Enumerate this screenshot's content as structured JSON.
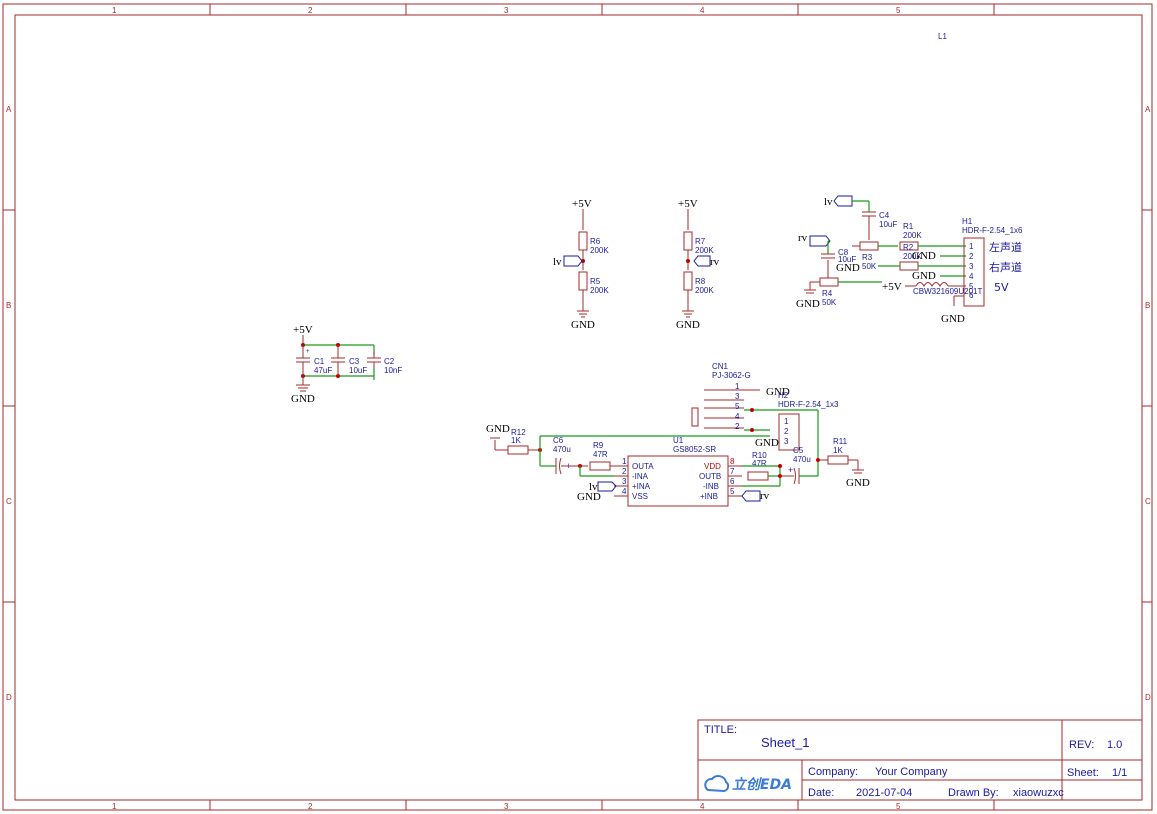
{
  "border": {
    "columns": [
      "1",
      "2",
      "3",
      "4",
      "5"
    ],
    "rows": [
      "A",
      "B",
      "C",
      "D"
    ]
  },
  "title_block": {
    "title_label": "TITLE:",
    "title": "Sheet_1",
    "rev_label": "REV:",
    "rev": "1.0",
    "company_label": "Company:",
    "company": "Your Company",
    "sheet_label": "Sheet:",
    "sheet": "1/1",
    "date_label": "Date:",
    "date": "2021-07-04",
    "drawn_label": "Drawn By:",
    "drawn_by": "xiaowuzxc",
    "logo": "立创EDA"
  },
  "components": {
    "L1": "L1",
    "C1": {
      "ref": "C1",
      "value": "47uF"
    },
    "C2": {
      "ref": "C2",
      "value": "10nF"
    },
    "C3": {
      "ref": "C3",
      "value": "10uF"
    },
    "C4": {
      "ref": "C4",
      "value": "10uF"
    },
    "C5": {
      "ref": "C5",
      "value": "470u"
    },
    "C6": {
      "ref": "C6",
      "value": "470u"
    },
    "C8": {
      "ref": "C8",
      "value": "10uF"
    },
    "R1": {
      "ref": "R1",
      "value": "200K"
    },
    "R2": {
      "ref": "R2",
      "value": "200K"
    },
    "R3": {
      "ref": "R3",
      "value": "50K"
    },
    "R4": {
      "ref": "R4",
      "value": "50K"
    },
    "R5": {
      "ref": "R5",
      "value": "200K"
    },
    "R6": {
      "ref": "R6",
      "value": "200K"
    },
    "R7": {
      "ref": "R7",
      "value": "200K"
    },
    "R8": {
      "ref": "R8",
      "value": "200K"
    },
    "R9": {
      "ref": "R9",
      "value": "47R"
    },
    "R10": {
      "ref": "R10",
      "value": "47R"
    },
    "R11": {
      "ref": "R11",
      "value": "1K"
    },
    "R12": {
      "ref": "R12",
      "value": "1K"
    },
    "H1": {
      "ref": "H1",
      "value": "HDR-F-2.54_1x6",
      "pins": [
        "1",
        "2",
        "3",
        "4",
        "5",
        "6"
      ]
    },
    "H2": {
      "ref": "H2",
      "value": "HDR-F-2.54_1x3",
      "pins": [
        "1",
        "2",
        "3"
      ]
    },
    "CN1": {
      "ref": "CN1",
      "value": "PJ-3062-G",
      "pins": [
        "1",
        "3",
        "5",
        "4",
        "2"
      ]
    },
    "U1": {
      "ref": "U1",
      "value": "GS8052-SR",
      "left_pins": [
        {
          "num": "1",
          "name": "OUTA"
        },
        {
          "num": "2",
          "name": "-INA"
        },
        {
          "num": "3",
          "name": "+INA"
        },
        {
          "num": "4",
          "name": "VSS"
        }
      ],
      "right_pins": [
        {
          "num": "8",
          "name": "VDD"
        },
        {
          "num": "7",
          "name": "OUTB"
        },
        {
          "num": "6",
          "name": "-INB"
        },
        {
          "num": "5",
          "name": "+INB"
        }
      ]
    },
    "L_label": "CBW321609U201T"
  },
  "nets": {
    "p5v": "+5V",
    "gnd": "GND",
    "lv": "lv",
    "rv": "rv"
  },
  "annotations": {
    "left_channel": "左声道",
    "right_channel": "右声道",
    "five_v": "5V"
  },
  "colors": {
    "frame": "#a52a2a",
    "wire": "#1a9a1a",
    "text": "#1a1aa0",
    "junction": "#c00000"
  }
}
